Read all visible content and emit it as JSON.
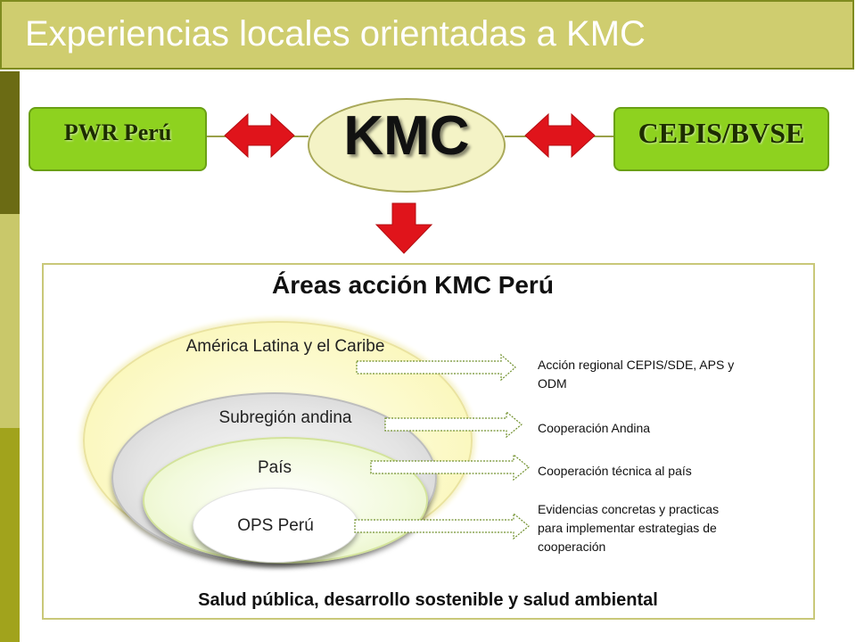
{
  "header": {
    "title": "Experiencias locales orientadas a KMC"
  },
  "top_row": {
    "left_box": "PWR Perú",
    "center": "KMC",
    "right_box": "CEPIS/BVSE"
  },
  "areas": {
    "title": "Áreas acción KMC Perú",
    "levels": [
      {
        "label": "América Latina y el Caribe",
        "action": "Acción regional CEPIS/SDE, APS y ODM"
      },
      {
        "label": "Subregión andina",
        "action": "Cooperación Andina"
      },
      {
        "label": "País",
        "action": "Cooperación técnica al país"
      },
      {
        "label": "OPS Perú",
        "action": "Evidencias concretas y practicas para implementar estrategias de cooperación"
      }
    ],
    "footer": "Salud pública, desarrollo sostenible y salud ambiental"
  },
  "colors": {
    "title_bar": "#cfcd6f",
    "box_green": "#8ed21f",
    "arrow_red": "#e0141b",
    "kmc_ellipse": "#f4f3c6"
  }
}
